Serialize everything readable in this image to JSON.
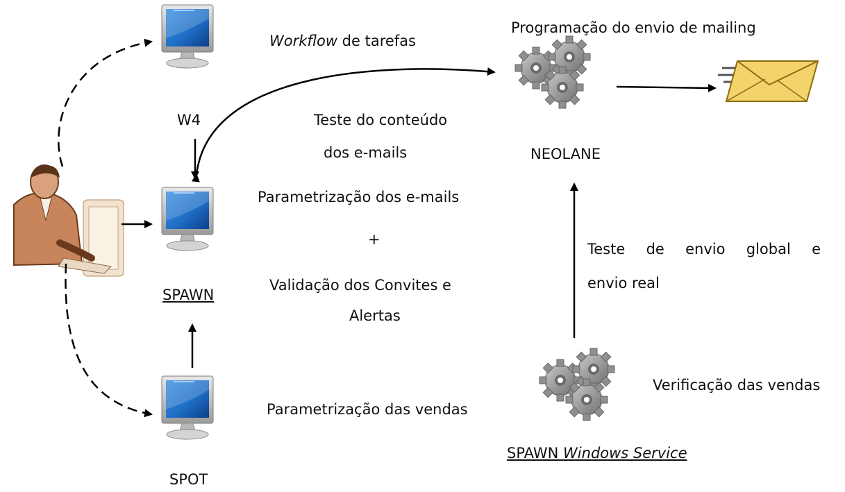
{
  "nodes": {
    "w4": "W4",
    "spawn": "SPAWN",
    "spot": "SPOT",
    "neolane": "NEOLANE",
    "spawn_ws_prefix": "SPAWN ",
    "spawn_ws_italic": "Windows Service"
  },
  "labels": {
    "workflow_italic": "Workflow",
    "workflow_rest": " de tarefas",
    "programacao": "Programação do envio de mailing",
    "teste_conteudo_1": "Teste do conteúdo",
    "teste_conteudo_2": "dos e-mails",
    "parametrizacao_emails": "Parametrização dos e-mails",
    "plus": "+",
    "validacao_1": "Validação dos Convites e",
    "validacao_2": "Alertas",
    "parametrizacao_vendas": "Parametrização das vendas",
    "verificacao": "Verificação das vendas",
    "teste_envio_1": "Teste de envio global e",
    "teste_envio_2": "envio real"
  },
  "icons": {
    "user": "businessman-at-computer-icon",
    "computer": "monitor-icon",
    "gears": "gears-icon",
    "email": "envelope-icon"
  },
  "colors": {
    "screen": "#1f6fc6",
    "gear": "#8f8f8f",
    "envelope": "#f3d36a",
    "skin": "#c8845a"
  }
}
